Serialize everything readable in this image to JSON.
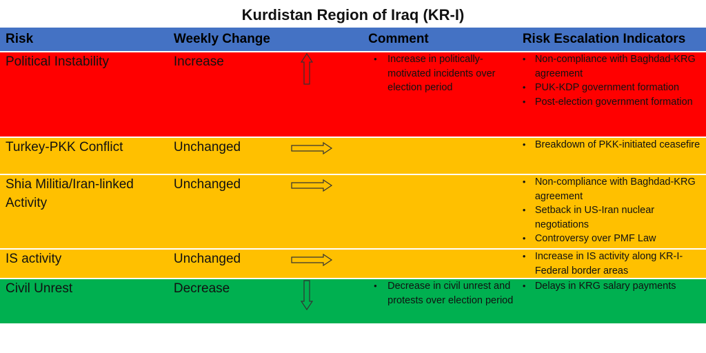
{
  "title": "Kurdistan Region of Iraq (KR-I)",
  "headers": {
    "risk": "Risk",
    "change": "Weekly Change",
    "comment": "Comment",
    "indicators": "Risk Escalation Indicators"
  },
  "colors": {
    "header": "#4472c4",
    "increase": "#ff0000",
    "unchanged": "#ffc000",
    "decrease": "#00b050"
  },
  "rows": [
    {
      "risk": "Political Instability",
      "change": "Increase",
      "arrow": "up-arrow-icon",
      "comment": [
        "Increase in politically-motivated incidents over election period"
      ],
      "indicators": [
        "Non-compliance with Baghdad-KRG agreement",
        "PUK-KDP government formation",
        "Post-election government formation"
      ]
    },
    {
      "risk": "Turkey-PKK Conflict",
      "change": "Unchanged",
      "arrow": "right-arrow-icon",
      "comment": [],
      "indicators": [
        "Breakdown of PKK-initiated ceasefire"
      ]
    },
    {
      "risk": "Shia Militia/Iran-linked Activity",
      "change": "Unchanged",
      "arrow": "right-arrow-icon",
      "comment": [],
      "indicators": [
        "Non-compliance with Baghdad-KRG agreement",
        "Setback in US-Iran nuclear negotiations",
        "Controversy over PMF Law"
      ]
    },
    {
      "risk": "IS activity",
      "change": "Unchanged",
      "arrow": "right-arrow-icon",
      "comment": [],
      "indicators": [
        "Increase in IS activity along KR-I-Federal border areas"
      ]
    },
    {
      "risk": "Civil Unrest",
      "change": "Decrease",
      "arrow": "down-arrow-icon",
      "comment": [
        "Decrease in civil unrest and protests over election period"
      ],
      "indicators": [
        "Delays in KRG salary payments"
      ]
    }
  ]
}
